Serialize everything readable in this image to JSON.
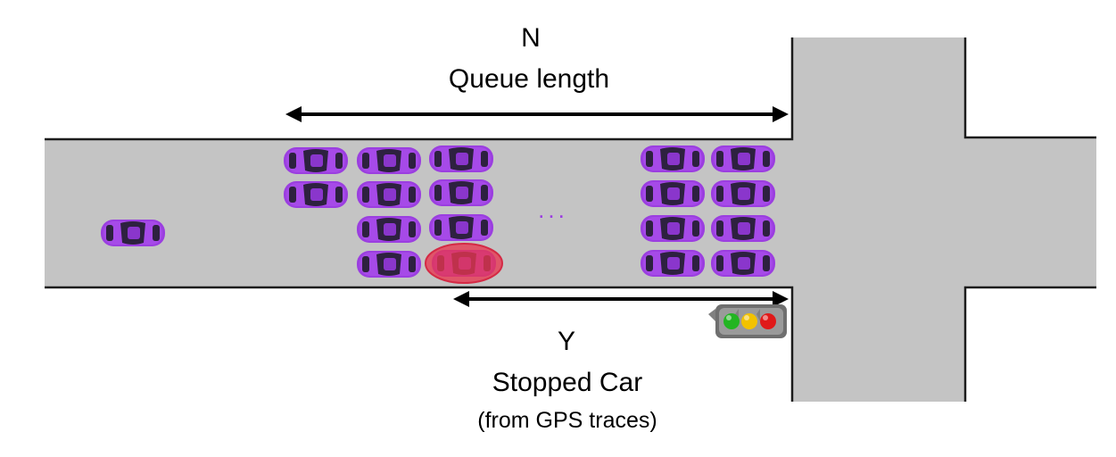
{
  "diagram": {
    "top_arrow": {
      "symbol": "N",
      "label": "Queue length"
    },
    "bottom_arrow": {
      "symbol": "Y",
      "label": "Stopped Car",
      "sublabel": "(from GPS traces)"
    },
    "ellipsis": "...",
    "colors": {
      "road": "#c4c4c4",
      "road_edge": "#1c1c1c",
      "car_body": "#9b3ee0",
      "car_roof": "#3a2a44",
      "highlight": "#e8364f",
      "arrow": "#000000",
      "light_green": "#22b522",
      "light_yellow": "#f2c200",
      "light_red": "#e01919"
    },
    "icons": [
      "car-icon",
      "traffic-light-icon",
      "double-arrow-icon"
    ]
  }
}
